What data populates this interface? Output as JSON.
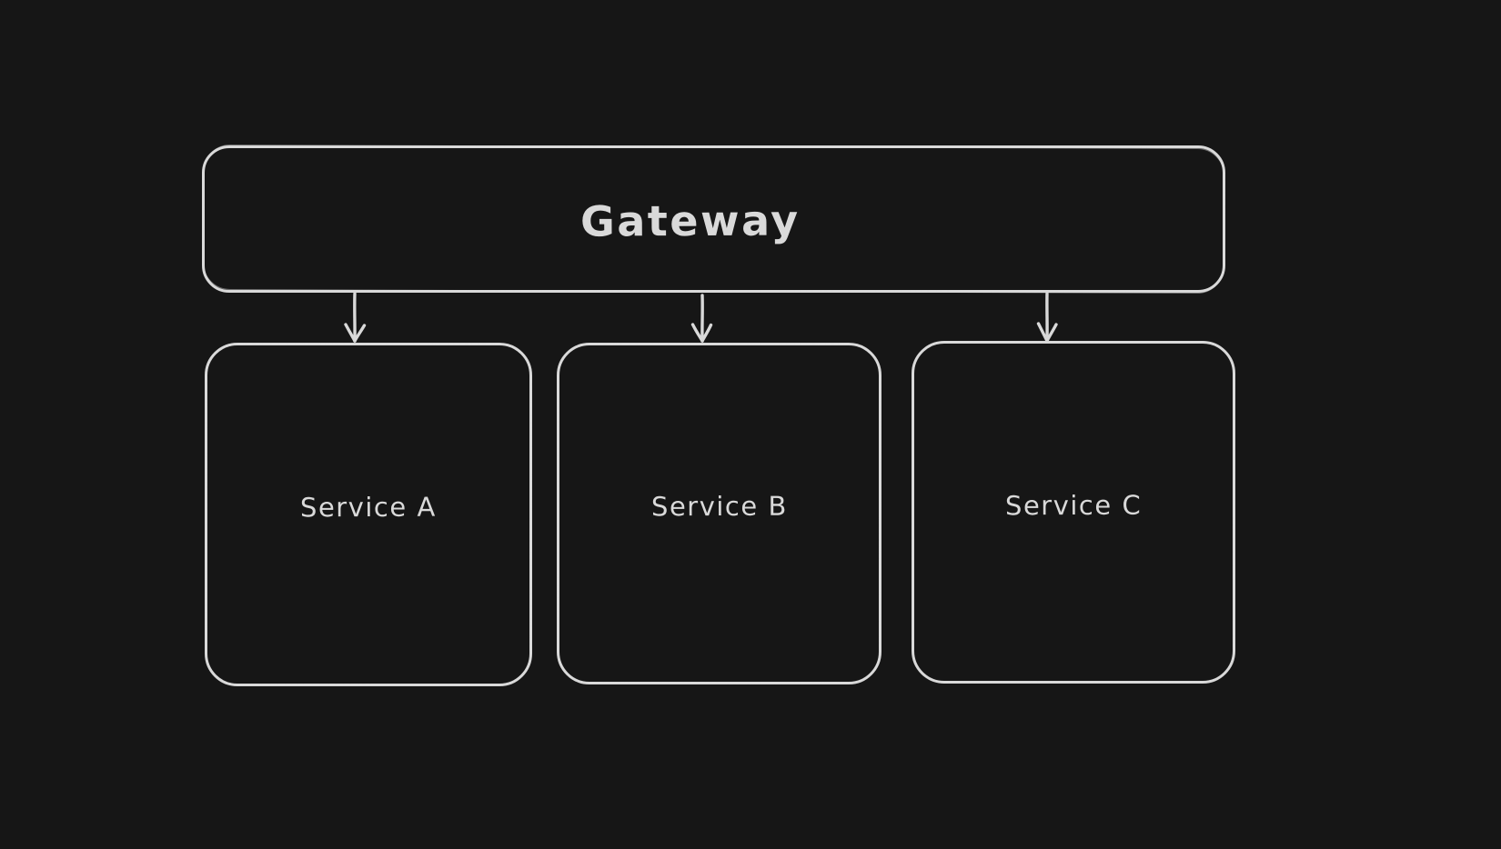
{
  "canvas": {
    "background_color": "#161616",
    "stroke_color": "#d9d9d9",
    "text_color": "#d9d9d9",
    "style": "hand-drawn-whiteboard"
  },
  "diagram": {
    "type": "flowchart",
    "nodes": [
      {
        "id": "gateway",
        "label": "Gateway"
      },
      {
        "id": "service-a",
        "label": "Service A"
      },
      {
        "id": "service-b",
        "label": "Service B"
      },
      {
        "id": "service-c",
        "label": "Service C"
      }
    ],
    "edges": [
      {
        "from": "gateway",
        "to": "service-a",
        "style": "arrow-down"
      },
      {
        "from": "gateway",
        "to": "service-b",
        "style": "arrow-down"
      },
      {
        "from": "gateway",
        "to": "service-c",
        "style": "arrow-down"
      }
    ]
  }
}
